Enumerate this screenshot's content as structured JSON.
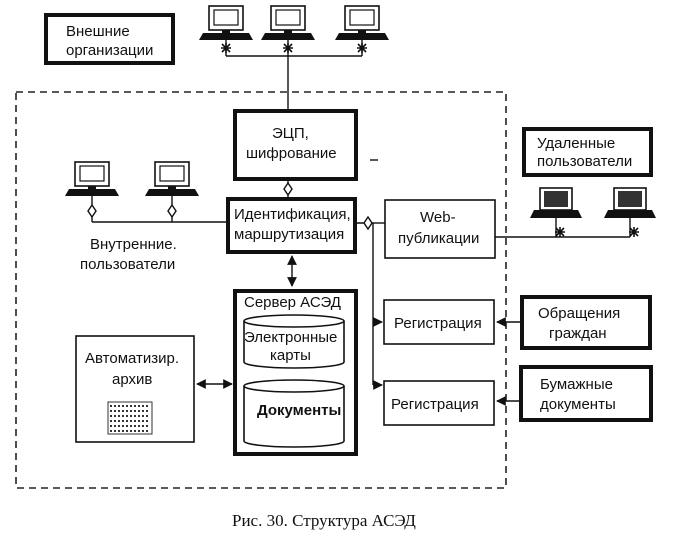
{
  "nodes": {
    "external_orgs": [
      "Внешние",
      "организации"
    ],
    "ecp": [
      "ЭЦП,",
      "шифрование"
    ],
    "identification": [
      "Идентификация,",
      "маршрутизация"
    ],
    "internal_users": [
      "Внутренние.",
      "пользователи"
    ],
    "web_publications": [
      "Web-",
      "публикации"
    ],
    "remote_users": [
      "Удаленные",
      "пользователи"
    ],
    "server": "Сервер АСЭД",
    "electronic_cards": [
      "Электронные",
      "карты"
    ],
    "documents": "Документы",
    "archive": [
      "Автоматизир.",
      "архив"
    ],
    "registration_1": "Регистрация",
    "registration_2": "Регистрация",
    "citizens_requests": [
      "Обращения",
      "граждан"
    ],
    "paper_documents": [
      "Бумажные",
      "документы"
    ]
  },
  "caption": "Рис. 30. Структура АСЭД"
}
